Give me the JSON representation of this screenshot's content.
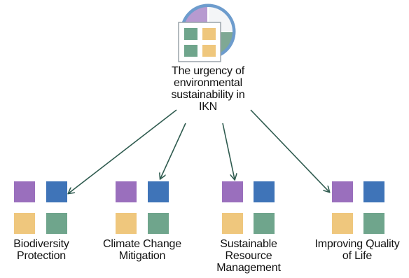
{
  "root": {
    "title_lines": [
      "The urgency of",
      "environmental",
      "sustainability in",
      "IKN"
    ],
    "icon": "map-node-icon"
  },
  "children": [
    {
      "lines": [
        "Biodiversity",
        "Protection"
      ],
      "icon": "four-squares-icon"
    },
    {
      "lines": [
        "Climate Change",
        "Mitigation"
      ],
      "icon": "four-squares-icon"
    },
    {
      "lines": [
        "Sustainable",
        "Resource",
        "Management"
      ],
      "icon": "four-squares-icon"
    },
    {
      "lines": [
        "Improving Quality",
        "of Life"
      ],
      "icon": "four-squares-icon"
    }
  ],
  "colors": {
    "purple": "#9a6fbd",
    "blue": "#3f74b8",
    "yellow": "#efc77d",
    "green": "#6fa58c",
    "connector": "#2f5b4f"
  }
}
